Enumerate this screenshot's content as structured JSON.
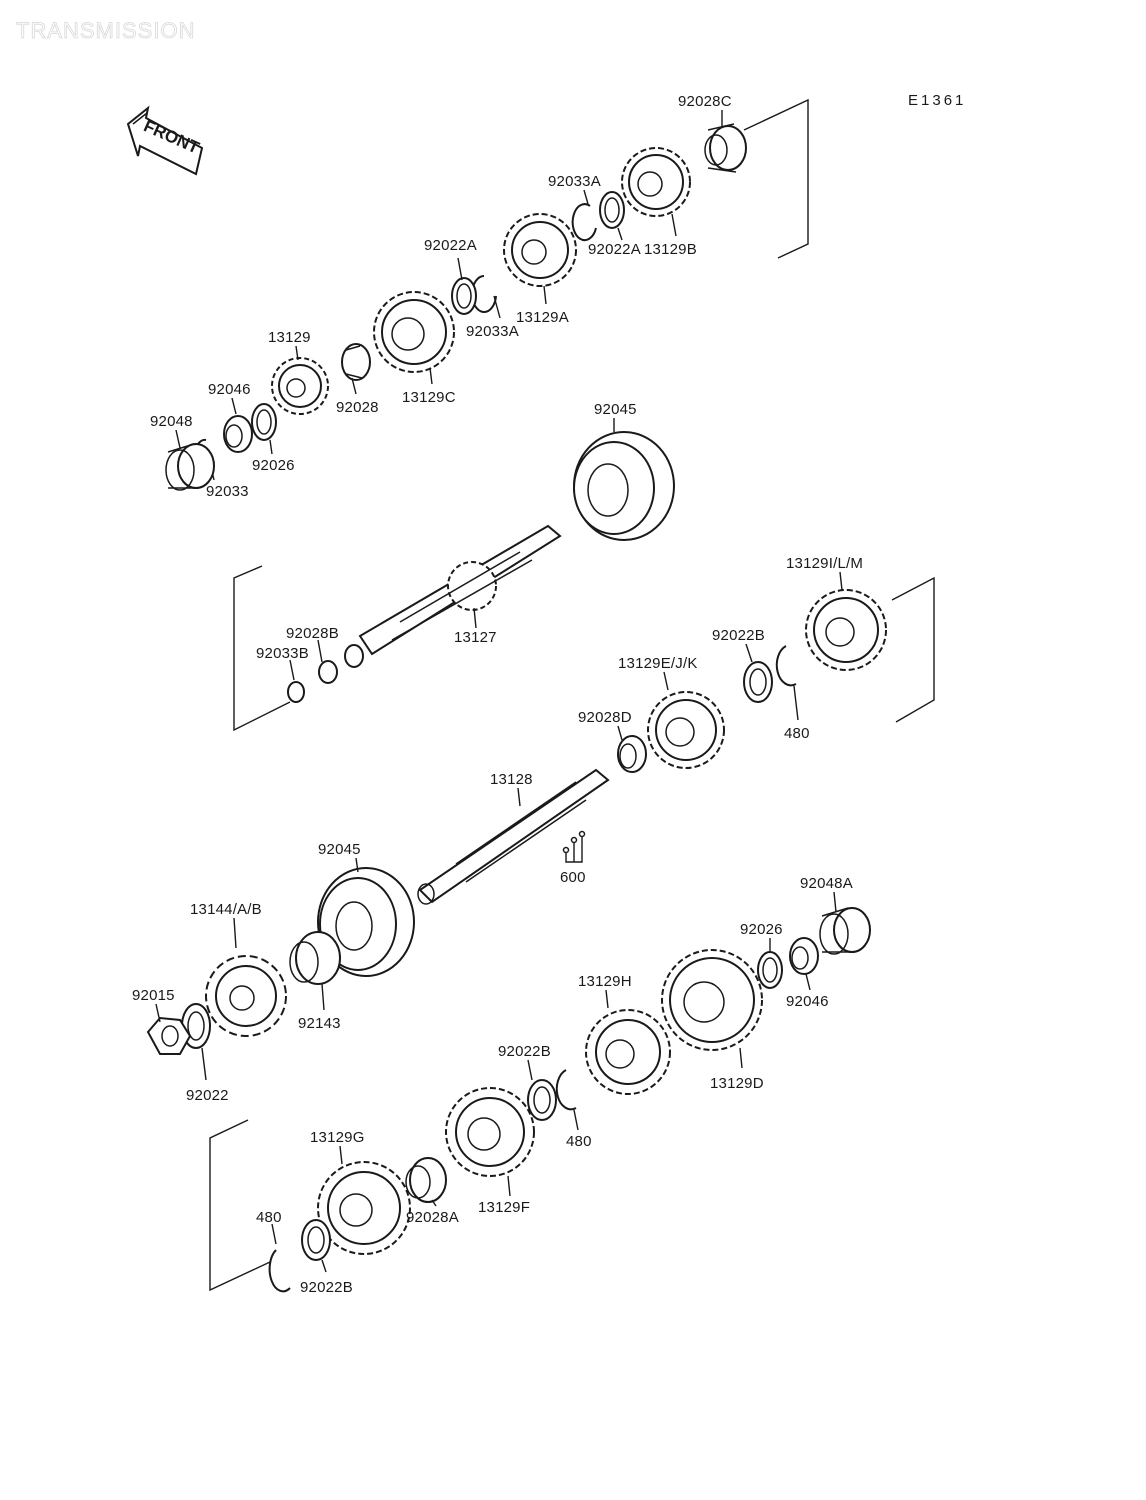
{
  "header": {
    "watermark": "TRANSMISSION",
    "diagram_code": "E1361",
    "front_label": "FRONT"
  },
  "parts": {
    "p92028C": "92028C",
    "p92033A_top": "92033A",
    "p13129B": "13129B",
    "p92022A_right": "92022A",
    "p92022A_left": "92022A",
    "p13129A": "13129A",
    "p92033A_mid": "92033A",
    "p13129": "13129",
    "p92046_top": "92046",
    "p92028": "92028",
    "p13129C": "13129C",
    "p92048": "92048",
    "p92026_top": "92026",
    "p92033": "92033",
    "p92045_top": "92045",
    "p13129ILM": "13129I/L/M",
    "p92028B": "92028B",
    "p92033B": "92033B",
    "p13127": "13127",
    "p92022B_right": "92022B",
    "p13129EJK": "13129E/J/K",
    "p480_right": "480",
    "p92028D": "92028D",
    "p13128": "13128",
    "p600": "600",
    "p92045_bottom": "92045",
    "p92048A": "92048A",
    "p13144AB": "13144/A/B",
    "p92026_bottom": "92026",
    "p92015": "92015",
    "p92143": "92143",
    "p92046_bottom": "92046",
    "p13129H": "13129H",
    "p92022": "92022",
    "p13129D": "13129D",
    "p92022B_mid": "92022B",
    "p480_mid": "480",
    "p13129G": "13129G",
    "p92028A": "92028A",
    "p13129F": "13129F",
    "p480_bottom": "480",
    "p92022B_bottom": "92022B"
  }
}
